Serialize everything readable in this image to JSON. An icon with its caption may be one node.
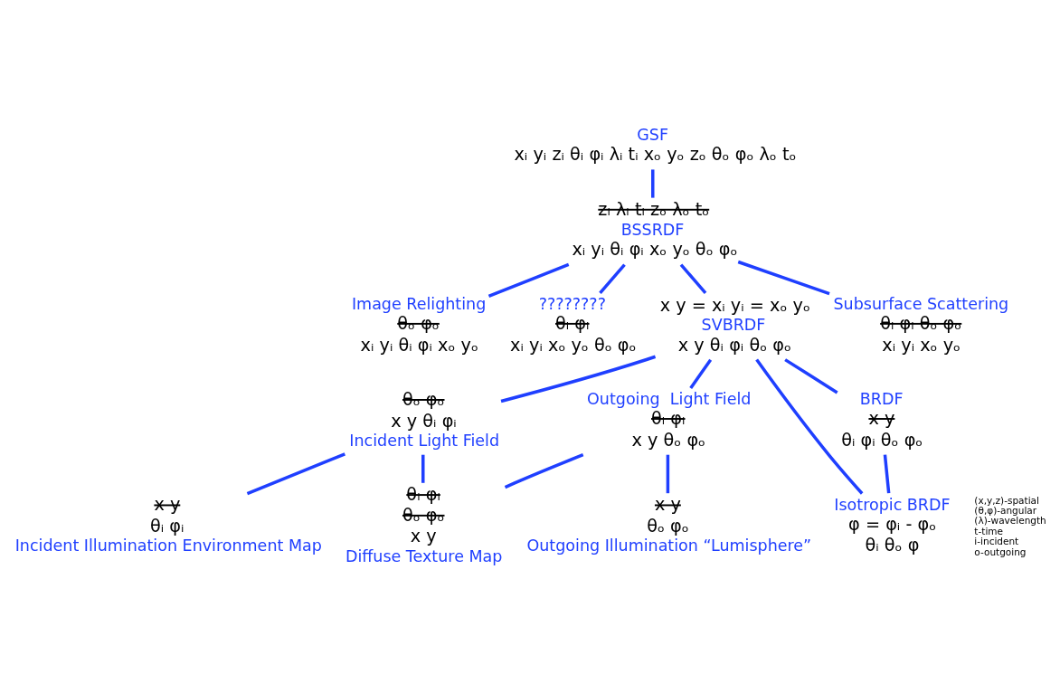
{
  "diagram": {
    "nodes": [
      {
        "text": [
          "GSF",
          "xᵢ yᵢ zᵢ θᵢ φᵢ λᵢ tᵢ xₒ yₒ zₒ θₒ φₒ λₒ tₒ"
        ]
      },
      {
        "text": [
          "zᵢ λᵢ tᵢ zₒ λₒ tₒ",
          "BSSRDF",
          "xᵢ yᵢ θᵢ φᵢ xₒ yₒ θₒ φₒ"
        ]
      },
      {
        "text": [
          "Image Relighting",
          "θₒ φₒ",
          "xᵢ yᵢ θᵢ φᵢ xₒ yₒ"
        ]
      },
      {
        "text": [
          "????????",
          "θᵢ φᵢ",
          "xᵢ yᵢ xₒ yₒ θₒ φₒ"
        ]
      },
      {
        "text": [
          "x y = xᵢ yᵢ = xₒ yₒ",
          "SVBRDF",
          "x y θᵢ φᵢ θₒ φₒ"
        ]
      },
      {
        "text": [
          "Subsurface Scattering",
          "θᵢ φᵢ θₒ φₒ",
          "xᵢ yᵢ xₒ yₒ"
        ]
      },
      {
        "text": [
          "θₒ φₒ",
          "x y θᵢ φᵢ",
          "Incident Light Field"
        ]
      },
      {
        "text": [
          "BRDF",
          "x y",
          "θᵢ φᵢ θₒ φₒ"
        ]
      },
      {
        "text": [
          "Isotropic BRDF",
          "φ = φᵢ - φₒ",
          "θᵢ θₒ φ"
        ]
      },
      {
        "text": [
          "Outgoing  Light Field",
          "θᵢ φᵢ",
          "x y θₒ φₒ"
        ]
      },
      {
        "text": [
          "x y",
          "θᵢ φᵢ",
          "Incident Illumination Environment Map"
        ]
      },
      {
        "text": [
          "θᵢ φᵢ",
          "θₒ φₒ",
          "x y",
          "Diffuse Texture Map"
        ]
      },
      {
        "text": [
          "x y",
          "θₒ φₒ",
          "Outgoing Illumination “Lumisphere”"
        ]
      }
    ],
    "edges": [
      {
        "from": 0,
        "to": 1,
        "arrow": "none"
      },
      {
        "from": 1,
        "to": 2,
        "arrow": "none"
      },
      {
        "from": 1,
        "to": 5,
        "arrow": "none"
      },
      {
        "from": 1,
        "to": 4,
        "arrow": "none"
      },
      {
        "from": 1,
        "to": 3,
        "arrow": "none"
      },
      {
        "from": 4,
        "to": 6,
        "arrow": "none"
      },
      {
        "from": 4,
        "to": 7,
        "arrow": "none"
      },
      {
        "from": 4,
        "to": 8,
        "arrow": "none"
      },
      {
        "from": 4,
        "to": 9,
        "arrow": "none"
      },
      {
        "from": 7,
        "to": 8,
        "arrow": "none"
      },
      {
        "from": 6,
        "to": 10,
        "arrow": "none"
      },
      {
        "from": 6,
        "to": 11,
        "arrow": "none"
      },
      {
        "from": 9,
        "to": 11,
        "arrow": "none"
      },
      {
        "from": 9,
        "to": 12,
        "arrow": "none"
      }
    ],
    "labels": [
      "(x,y,z)-spatial",
      "(θ,φ)-angular",
      "(λ)-wavelength",
      "t-time",
      "i-incident",
      "o-outgoing"
    ]
  }
}
